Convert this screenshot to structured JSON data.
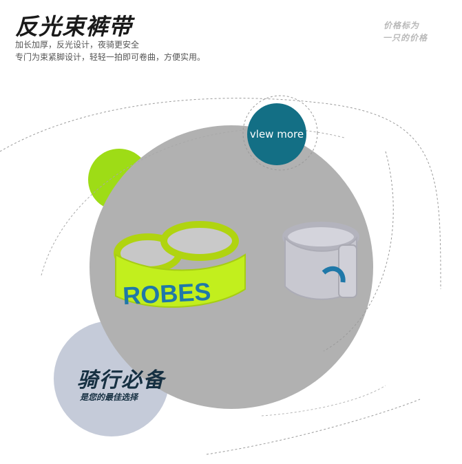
{
  "header": {
    "title": "反光束裤带",
    "desc_line1": "加长加厚，反光设计，夜骑更安全",
    "desc_line2": "专门为束紧脚设计，轻轻一拍即可卷曲，方便实用。"
  },
  "tagline": {
    "line1": "价格标为",
    "line2": "一只的价格"
  },
  "view_more_label": "vlew more",
  "slogan": {
    "title": "骑行必备",
    "subtitle": "是您的最佳选择"
  },
  "product": {
    "green_band_print": "ROBES",
    "silver_band_icon": "logo-fragment"
  },
  "colors": {
    "accent_green": "#9edc16",
    "accent_teal": "#136f85",
    "soft_blue": "#c5cbd9",
    "main_grey": "#b1b1b1",
    "title_dark": "#163042"
  }
}
